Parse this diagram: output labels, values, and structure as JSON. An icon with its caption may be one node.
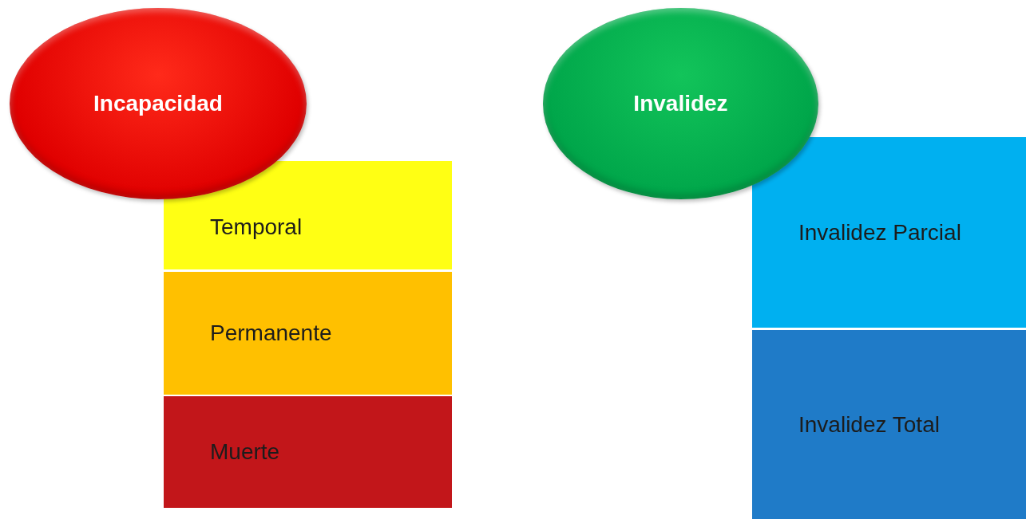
{
  "diagram": {
    "nodes": [
      {
        "text": [
          "Incapacidad"
        ]
      },
      {
        "text": [
          "Temporal"
        ]
      },
      {
        "text": [
          "Permanente"
        ]
      },
      {
        "text": [
          "Muerte"
        ]
      },
      {
        "text": [
          "Invalidez"
        ]
      },
      {
        "text": [
          "Invalidez Parcial"
        ]
      },
      {
        "text": [
          "Invalidez Total"
        ]
      }
    ]
  }
}
